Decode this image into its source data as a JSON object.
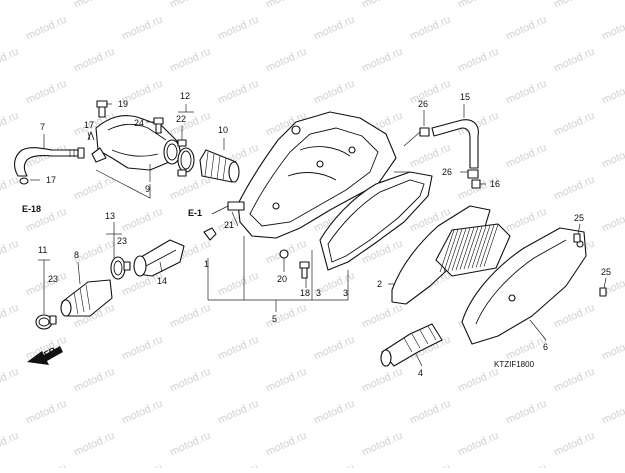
{
  "watermark": "motod.ru",
  "callouts": {
    "c1": "1",
    "c2": "2",
    "c3a": "3",
    "c3b": "3",
    "c4": "4",
    "c5": "5",
    "c6": "6",
    "c7": "7",
    "c8": "8",
    "c9": "9",
    "c10": "10",
    "c11": "11",
    "c12": "12",
    "c13": "13",
    "c14": "14",
    "c15": "15",
    "c16": "16",
    "c17a": "17",
    "c17b": "17",
    "c18": "18",
    "c19": "19",
    "c20": "20",
    "c21": "21",
    "c22": "22",
    "c23a": "23",
    "c23b": "23",
    "c24": "24",
    "c25a": "25",
    "c25b": "25",
    "c26a": "26",
    "c26b": "26"
  },
  "section_refs": {
    "e18": "E-18",
    "e1": "E-1"
  },
  "front_label": "FR.",
  "figure_code": "KTZIF1800"
}
